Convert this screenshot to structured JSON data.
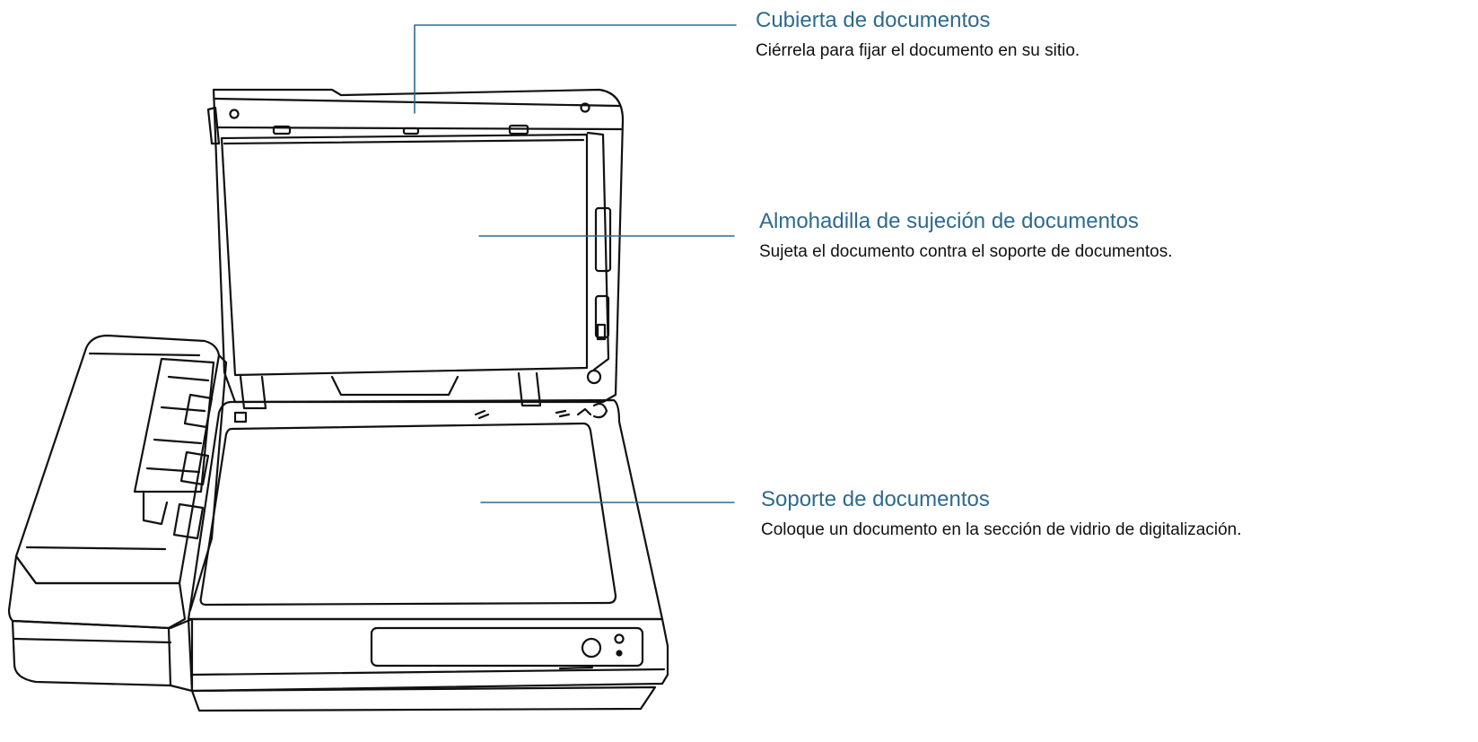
{
  "callouts": {
    "document_cover": {
      "title": "Cubierta de documentos",
      "description": "Ciérrela para fijar el documento en su sitio."
    },
    "document_pad": {
      "title": "Almohadilla de sujeción de documentos",
      "description": "Sujeta el documento contra el soporte de documentos."
    },
    "document_bed": {
      "title": "Soporte de documentos",
      "description": "Coloque un documento en la sección de vidrio de digitalización."
    }
  },
  "colors": {
    "callout_title": "#2f6a8c",
    "leader_line": "#2f6a8c",
    "outline": "#111111"
  }
}
